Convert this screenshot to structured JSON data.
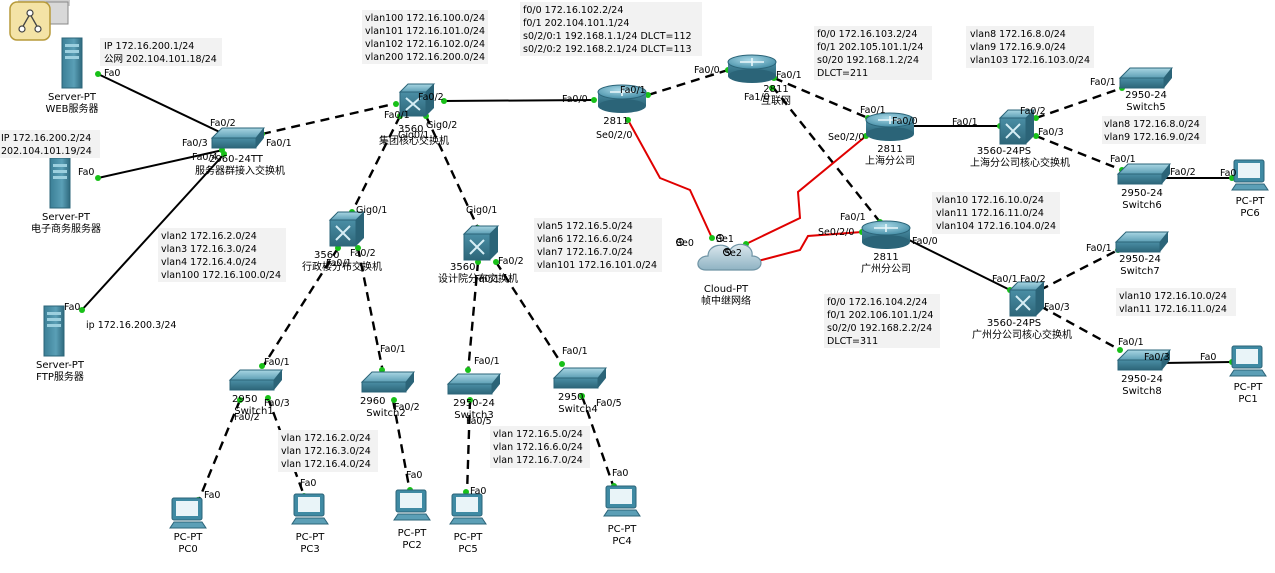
{
  "app_icon": "topology-icon",
  "colors": {
    "device": "#3f8aa3",
    "device_dark": "#2b6478",
    "device_light": "#8cc3d4",
    "link": "#000000",
    "serial": "#e00000",
    "port_dot": "#18c018",
    "cfg_box": "#f2f2f2"
  },
  "devices": {
    "web_server": {
      "model": "Server-PT",
      "name": "WEB服务器"
    },
    "ecommerce_server": {
      "model": "Server-PT",
      "name": "电子商务服务器"
    },
    "ftp_server": {
      "model": "Server-PT",
      "name": "FTP服务器"
    },
    "server_switch": {
      "model": "2960-24TT",
      "name": "服务器群接入交换机"
    },
    "group_core": {
      "model": "3560",
      "name": "集团核心交换机"
    },
    "admin_dist": {
      "model": "3560",
      "name": "行政楼分布交换机"
    },
    "design_dist": {
      "model": "3560",
      "name": "设计院分布交换机"
    },
    "switch1": {
      "model": "2950",
      "name": "Switch1"
    },
    "switch2": {
      "model": "2960",
      "name": "Switch2"
    },
    "switch3": {
      "model": "2950-24",
      "name": "Switch3"
    },
    "switch4": {
      "model": "2950",
      "name": "Switch4"
    },
    "pc0": {
      "model": "PC-PT",
      "name": "PC0"
    },
    "pc3": {
      "model": "PC-PT",
      "name": "PC3"
    },
    "pc2": {
      "model": "PC-PT",
      "name": "PC2"
    },
    "pc5": {
      "model": "PC-PT",
      "name": "PC5"
    },
    "pc4": {
      "model": "PC-PT",
      "name": "PC4"
    },
    "hq_router": {
      "model": "2811",
      "name": ""
    },
    "internet_router": {
      "model": "2811",
      "name": "互联网"
    },
    "cloud": {
      "model": "Cloud-PT",
      "name": "帧中继网络"
    },
    "sh_router": {
      "model": "2811",
      "name": "上海分公司"
    },
    "sh_core": {
      "model": "3560-24PS",
      "name": "上海分公司核心交换机"
    },
    "switch5": {
      "model": "2950-24",
      "name": "Switch5"
    },
    "switch6": {
      "model": "2950-24",
      "name": "Switch6"
    },
    "pc6": {
      "model": "PC-PT",
      "name": "PC6"
    },
    "gz_router": {
      "model": "2811",
      "name": "广州分公司"
    },
    "gz_core": {
      "model": "3560-24PS",
      "name": "广州分公司核心交换机"
    },
    "switch7": {
      "model": "2950-24",
      "name": "Switch7"
    },
    "switch8": {
      "model": "2950-24",
      "name": "Switch8"
    },
    "pc1": {
      "model": "PC-PT",
      "name": "PC1"
    }
  },
  "annotations": {
    "web_server": [
      "IP 172.16.200.1/24",
      "公网 202.104.101.18/24"
    ],
    "ecommerce_server": [
      "IP 172.16.200.2/24",
      "202.104.101.19/24"
    ],
    "ftp_server": [
      "ip 172.16.200.3/24"
    ],
    "group_core": [
      "vlan100 172.16.100.0/24",
      "vlan101 172.16.101.0/24",
      "vlan102 172.16.102.0/24",
      "vlan200 172.16.200.0/24"
    ],
    "hq_router": [
      "f0/0 172.16.102.2/24",
      "f0/1 202.104.101.1/24",
      "s0/2/0:1 192.168.1.1/24 DLCT=112",
      "s0/2/0:2 192.168.2.1/24 DLCT=113"
    ],
    "sh_router": [
      "f0/0 172.16.103.2/24",
      "f0/1 202.105.101.1/24",
      "s0/20 192.168.1.2/24",
      "DLCT=211"
    ],
    "sh_vlans": [
      "vlan8 172.16.8.0/24",
      "vlan9 172.16.9.0/24",
      "vlan103 172.16.103.0/24"
    ],
    "switch6_vlans": [
      "vlan8 172.16.8.0/24",
      "vlan9 172.16.9.0/24"
    ],
    "admin_vlans": [
      "vlan2 172.16.2.0/24",
      "vlan3 172.16.3.0/24",
      "vlan4 172.16.4.0/24",
      "vlan100 172.16.100.0/24"
    ],
    "design_vlans": [
      "vlan5 172.16.5.0/24",
      "vlan6 172.16.6.0/24",
      "vlan7 172.16.7.0/24",
      "vlan101 172.16.101.0/24"
    ],
    "switch1_vlans": [
      "vlan 172.16.2.0/24",
      "vlan 172.16.3.0/24",
      "vlan 172.16.4.0/24"
    ],
    "switch3_vlans": [
      "vlan 172.16.5.0/24",
      "vlan 172.16.6.0/24",
      "vlan 172.16.7.0/24"
    ],
    "gz_vlans": [
      "vlan10 172.16.10.0/24",
      "vlan11 172.16.11.0/24",
      "vlan104 172.16.104.0/24"
    ],
    "gz_router": [
      "f0/0 172.16.104.2/24",
      "f0/1 202.106.101.1/24",
      "s0/2/0 192.168.2.2/24",
      "DLCT=311"
    ],
    "switch8_vlans": [
      "vlan10 172.16.10.0/24",
      "vlan11 172.16.11.0/24"
    ]
  },
  "ports": {
    "web_fa0": "Fa0",
    "srvsw_fa02": "Fa0/2",
    "ecom_fa0": "Fa0",
    "srvsw_fa03": "Fa0/3",
    "ftp_fa0": "Fa0",
    "srvsw_fa04": "Fa0/4",
    "srvsw_fa01": "Fa0/1",
    "core_fa01": "Fa0/1",
    "core_fa02": "Fa0/2",
    "core_gig01": "Gig0/1",
    "core_gig02": "Gig0/2",
    "hq_fa00": "Fa0/0",
    "hq_fa01": "Fa0/1",
    "hq_se020": "Se0/2/0",
    "inet_fa00": "Fa0/0",
    "inet_fa01": "Fa0/1",
    "inet_fa10": "Fa1/0",
    "admin_gig01": "Gig0/1",
    "admin_fa01": "Fa0/1",
    "admin_fa02": "Fa0/2",
    "design_gig01": "Gig0/1",
    "design_fa01": "Fa0/1",
    "design_fa02": "Fa0/2",
    "sw1_fa01": "Fa0/1",
    "sw1_fa02": "Fa0/2",
    "sw1_fa03": "Fa0/3",
    "sw2_fa01": "Fa0/1",
    "sw2_fa02": "Fa0/2",
    "sw3_fa01": "Fa0/1",
    "sw3_fa05": "Fa0/5",
    "sw4_fa01": "Fa0/1",
    "sw4_fa05": "Fa0/5",
    "pc0_fa0": "Fa0",
    "pc3_fa0": "Fa0",
    "pc2_fa0": "Fa0",
    "pc5_fa0": "Fa0",
    "pc4_fa0": "Fa0",
    "cloud_se0": "Se0",
    "cloud_se1": "Se1",
    "cloud_se2": "Se2",
    "sh_fa01": "Fa0/1",
    "sh_fa00": "Fa0/0",
    "sh_se020": "Se0/2/0",
    "shcore_fa01": "Fa0/1",
    "shcore_fa02": "Fa0/2",
    "shcore_fa03": "Fa0/3",
    "sw5_fa01": "Fa0/1",
    "sw6_fa01": "Fa0/1",
    "sw6_fa02": "Fa0/2",
    "pc6_fa0": "Fa0",
    "gz_fa01": "Fa0/1",
    "gz_fa00": "Fa0/0",
    "gz_se020": "Se0/2/0",
    "gzcore_fa01": "Fa0/1",
    "gzcore_fa02": "Fa0/2",
    "gzcore_fa03": "Fa0/3",
    "sw7_fa01": "Fa0/1",
    "sw8_fa01": "Fa0/1",
    "sw8_fa03": "Fa0/3",
    "pc1_fa0": "Fa0"
  }
}
